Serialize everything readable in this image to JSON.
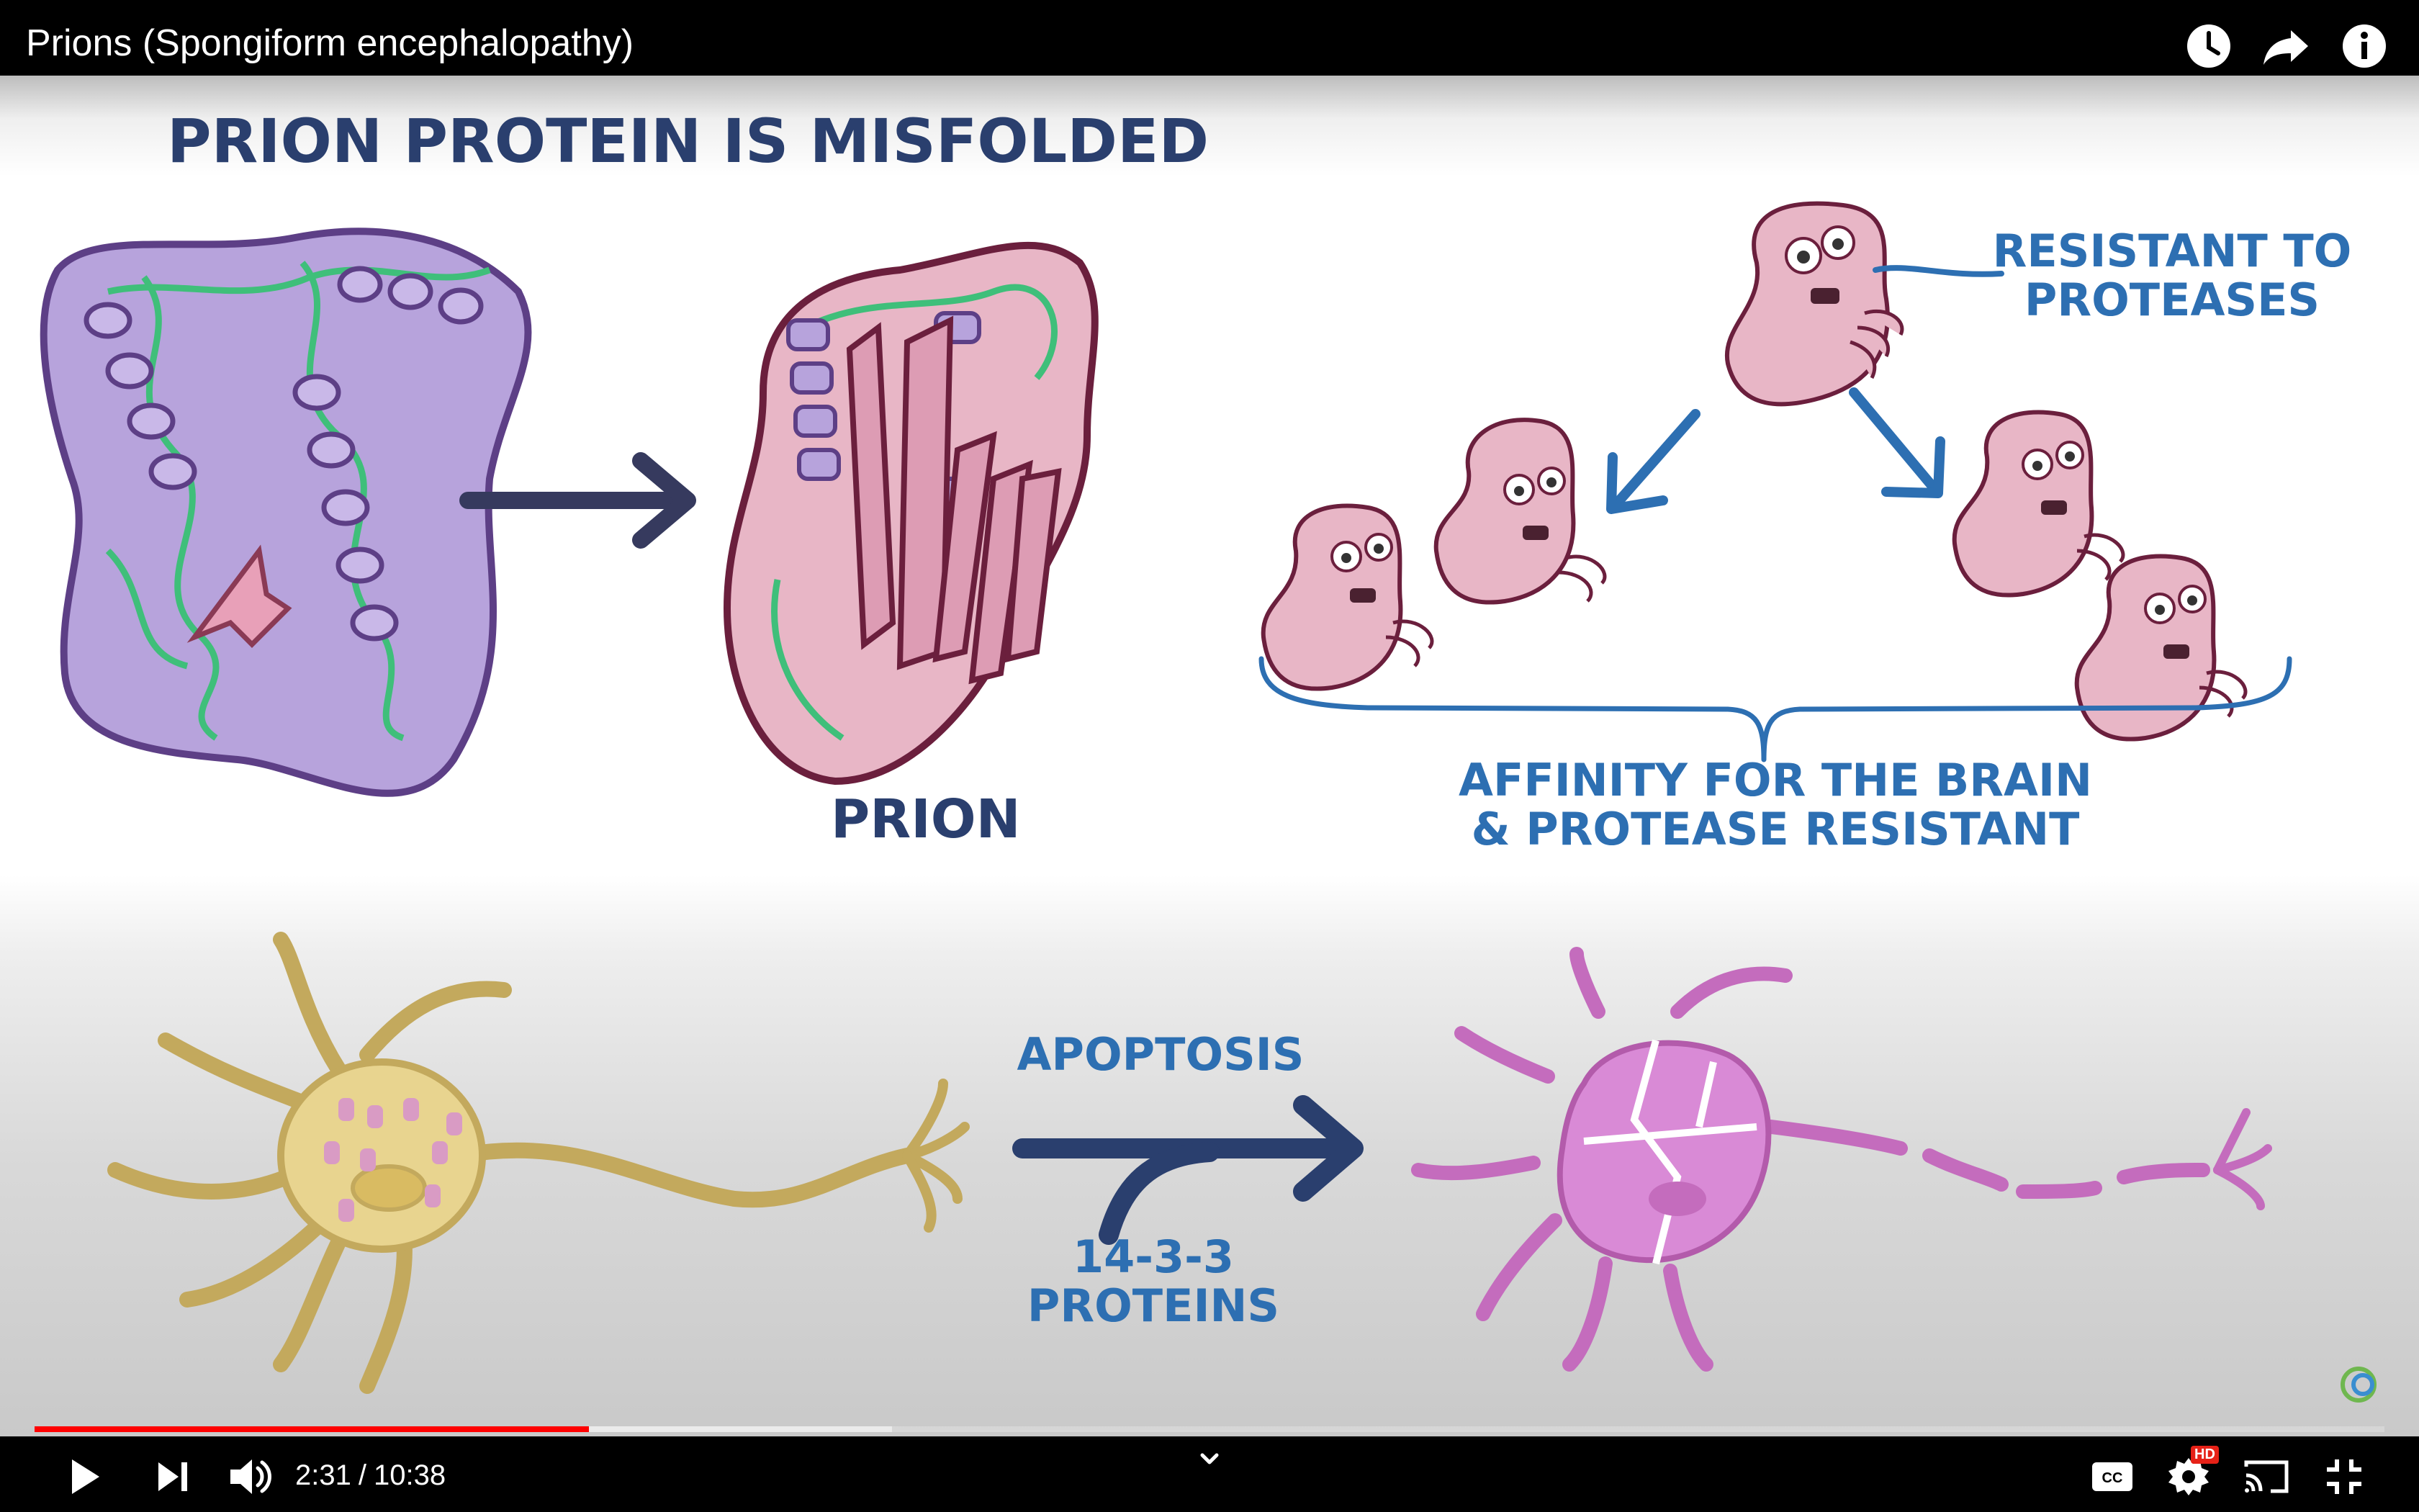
{
  "window": {
    "video_title": "Prions (Spongiform encephalopathy)",
    "top_icons": [
      "watch-later-icon",
      "share-icon",
      "info-icon"
    ]
  },
  "video_frame": {
    "heading": "PRION PROTEIN IS MISFOLDED",
    "prion_label": "PRION",
    "resistant_label_line1": "RESISTANT TO",
    "resistant_label_line2": "PROTEASES",
    "affinity_label_line1": "AFFINITY FOR THE BRAIN",
    "affinity_label_line2": "& PROTEASE RESISTANT",
    "apoptosis_label": "APOPTOSIS",
    "proteins_label_line1": "14-3-3",
    "proteins_label_line2": "PROTEINS"
  },
  "player": {
    "current_time": "2:31",
    "separator": "/",
    "duration": "10:38",
    "played_fraction": 0.236,
    "buffered_fraction": 0.365,
    "hd_badge": "HD",
    "accent_color": "#ff0000",
    "controls": [
      "play-icon",
      "next-icon",
      "volume-icon",
      "chevron-down-icon",
      "captions-icon",
      "settings-icon",
      "cast-icon",
      "exit-fullscreen-icon"
    ]
  },
  "colors": {
    "heading_text": "#2a3f6e",
    "label_blue": "#2d6fb2",
    "normal_protein": "#b7a3dc",
    "prion_fill": "#e8b6c6",
    "neuron_healthy": "#e8d48f",
    "neuron_apoptotic": "#d98ad6"
  }
}
